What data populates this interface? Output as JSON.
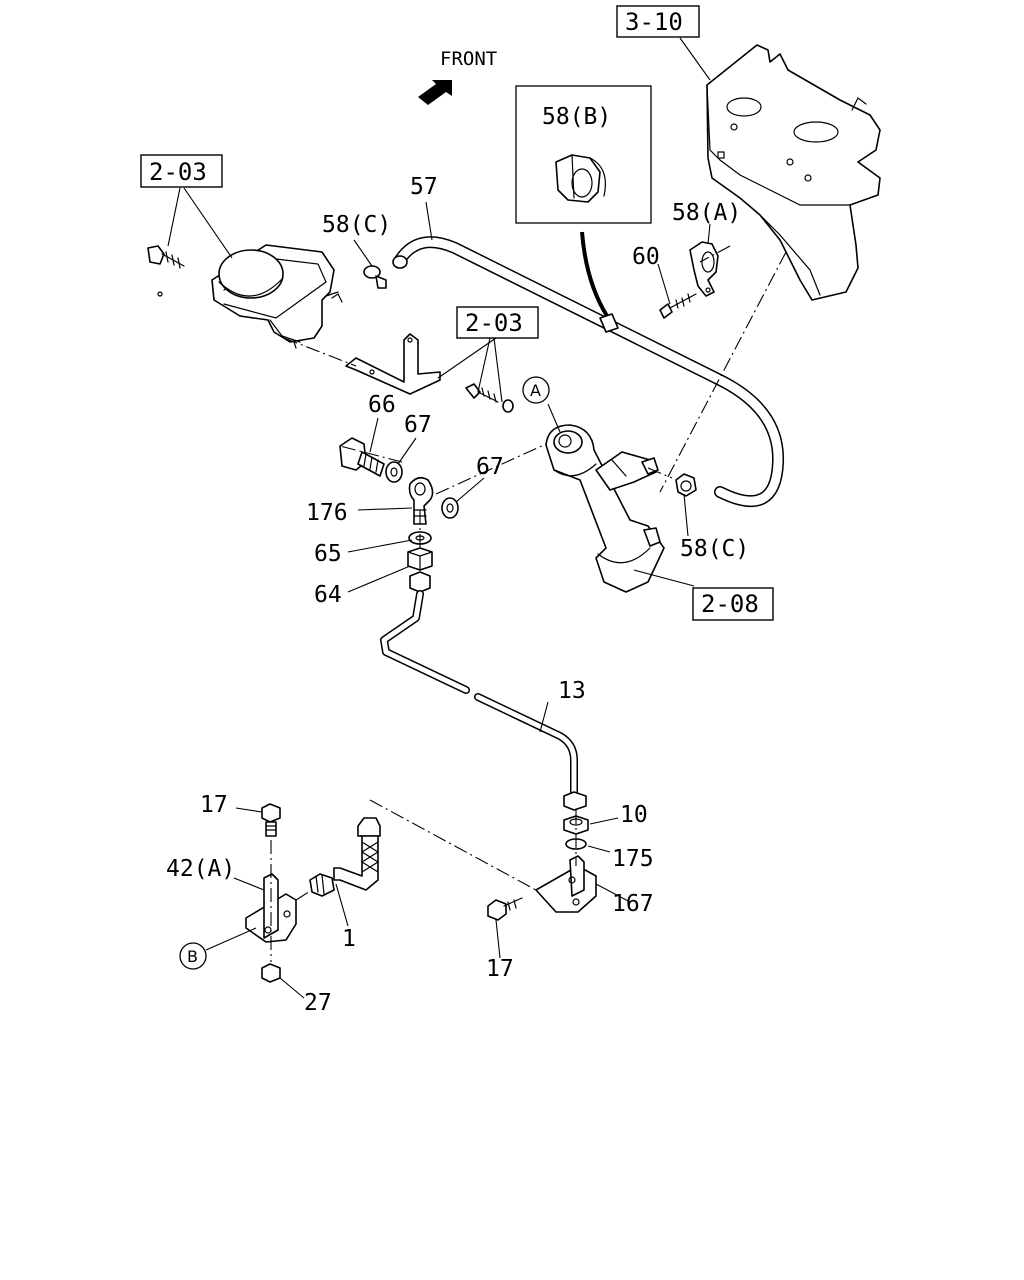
{
  "front_label": "FRONT",
  "refs": {
    "r310": "3-10",
    "r203a": "2-03",
    "r203b": "2-03",
    "r208": "2-08"
  },
  "callouts": {
    "a": "A",
    "b": "B"
  },
  "inset": {
    "label": "58(B)"
  },
  "parts": {
    "p57": "57",
    "p58c_top": "58(C)",
    "p58a": "58(A)",
    "p60": "60",
    "p66": "66",
    "p67a": "67",
    "p67b": "67",
    "p176": "176",
    "p65": "65",
    "p64": "64",
    "p58c_mid": "58(C)",
    "p13": "13",
    "p10": "10",
    "p175": "175",
    "p167": "167",
    "p17a": "17",
    "p17b": "17",
    "p42a": "42(A)",
    "p1": "1",
    "p27": "27"
  }
}
